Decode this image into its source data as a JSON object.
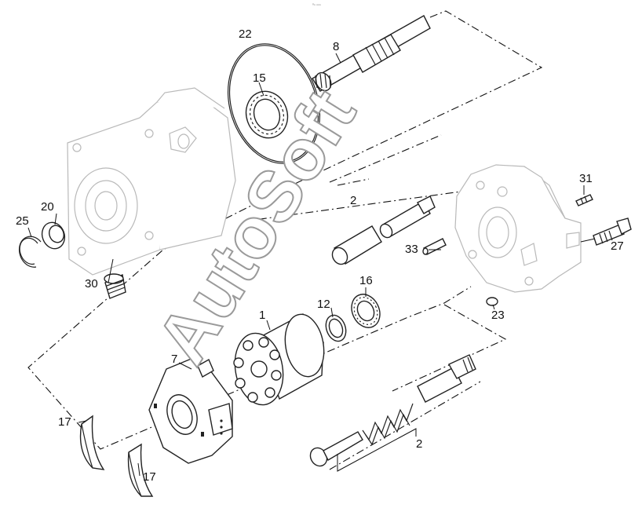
{
  "header": {
    "corner_text": "⁰ⁿ ⁿⁿⁿ"
  },
  "watermark": {
    "text": "AutoSoft"
  },
  "callouts": [
    {
      "id": "c22",
      "text": "22"
    },
    {
      "id": "c8",
      "text": "8"
    },
    {
      "id": "c15",
      "text": "15"
    },
    {
      "id": "c31",
      "text": "31"
    },
    {
      "id": "c2a",
      "text": "2"
    },
    {
      "id": "c25",
      "text": "25"
    },
    {
      "id": "c20",
      "text": "20"
    },
    {
      "id": "c33",
      "text": "33"
    },
    {
      "id": "c27",
      "text": "27"
    },
    {
      "id": "c30",
      "text": "30"
    },
    {
      "id": "c16",
      "text": "16"
    },
    {
      "id": "c12",
      "text": "12"
    },
    {
      "id": "c1",
      "text": "1"
    },
    {
      "id": "c23",
      "text": "23"
    },
    {
      "id": "c7",
      "text": "7"
    },
    {
      "id": "c17a",
      "text": "17"
    },
    {
      "id": "c2b",
      "text": "2"
    },
    {
      "id": "c17b",
      "text": "17"
    }
  ]
}
